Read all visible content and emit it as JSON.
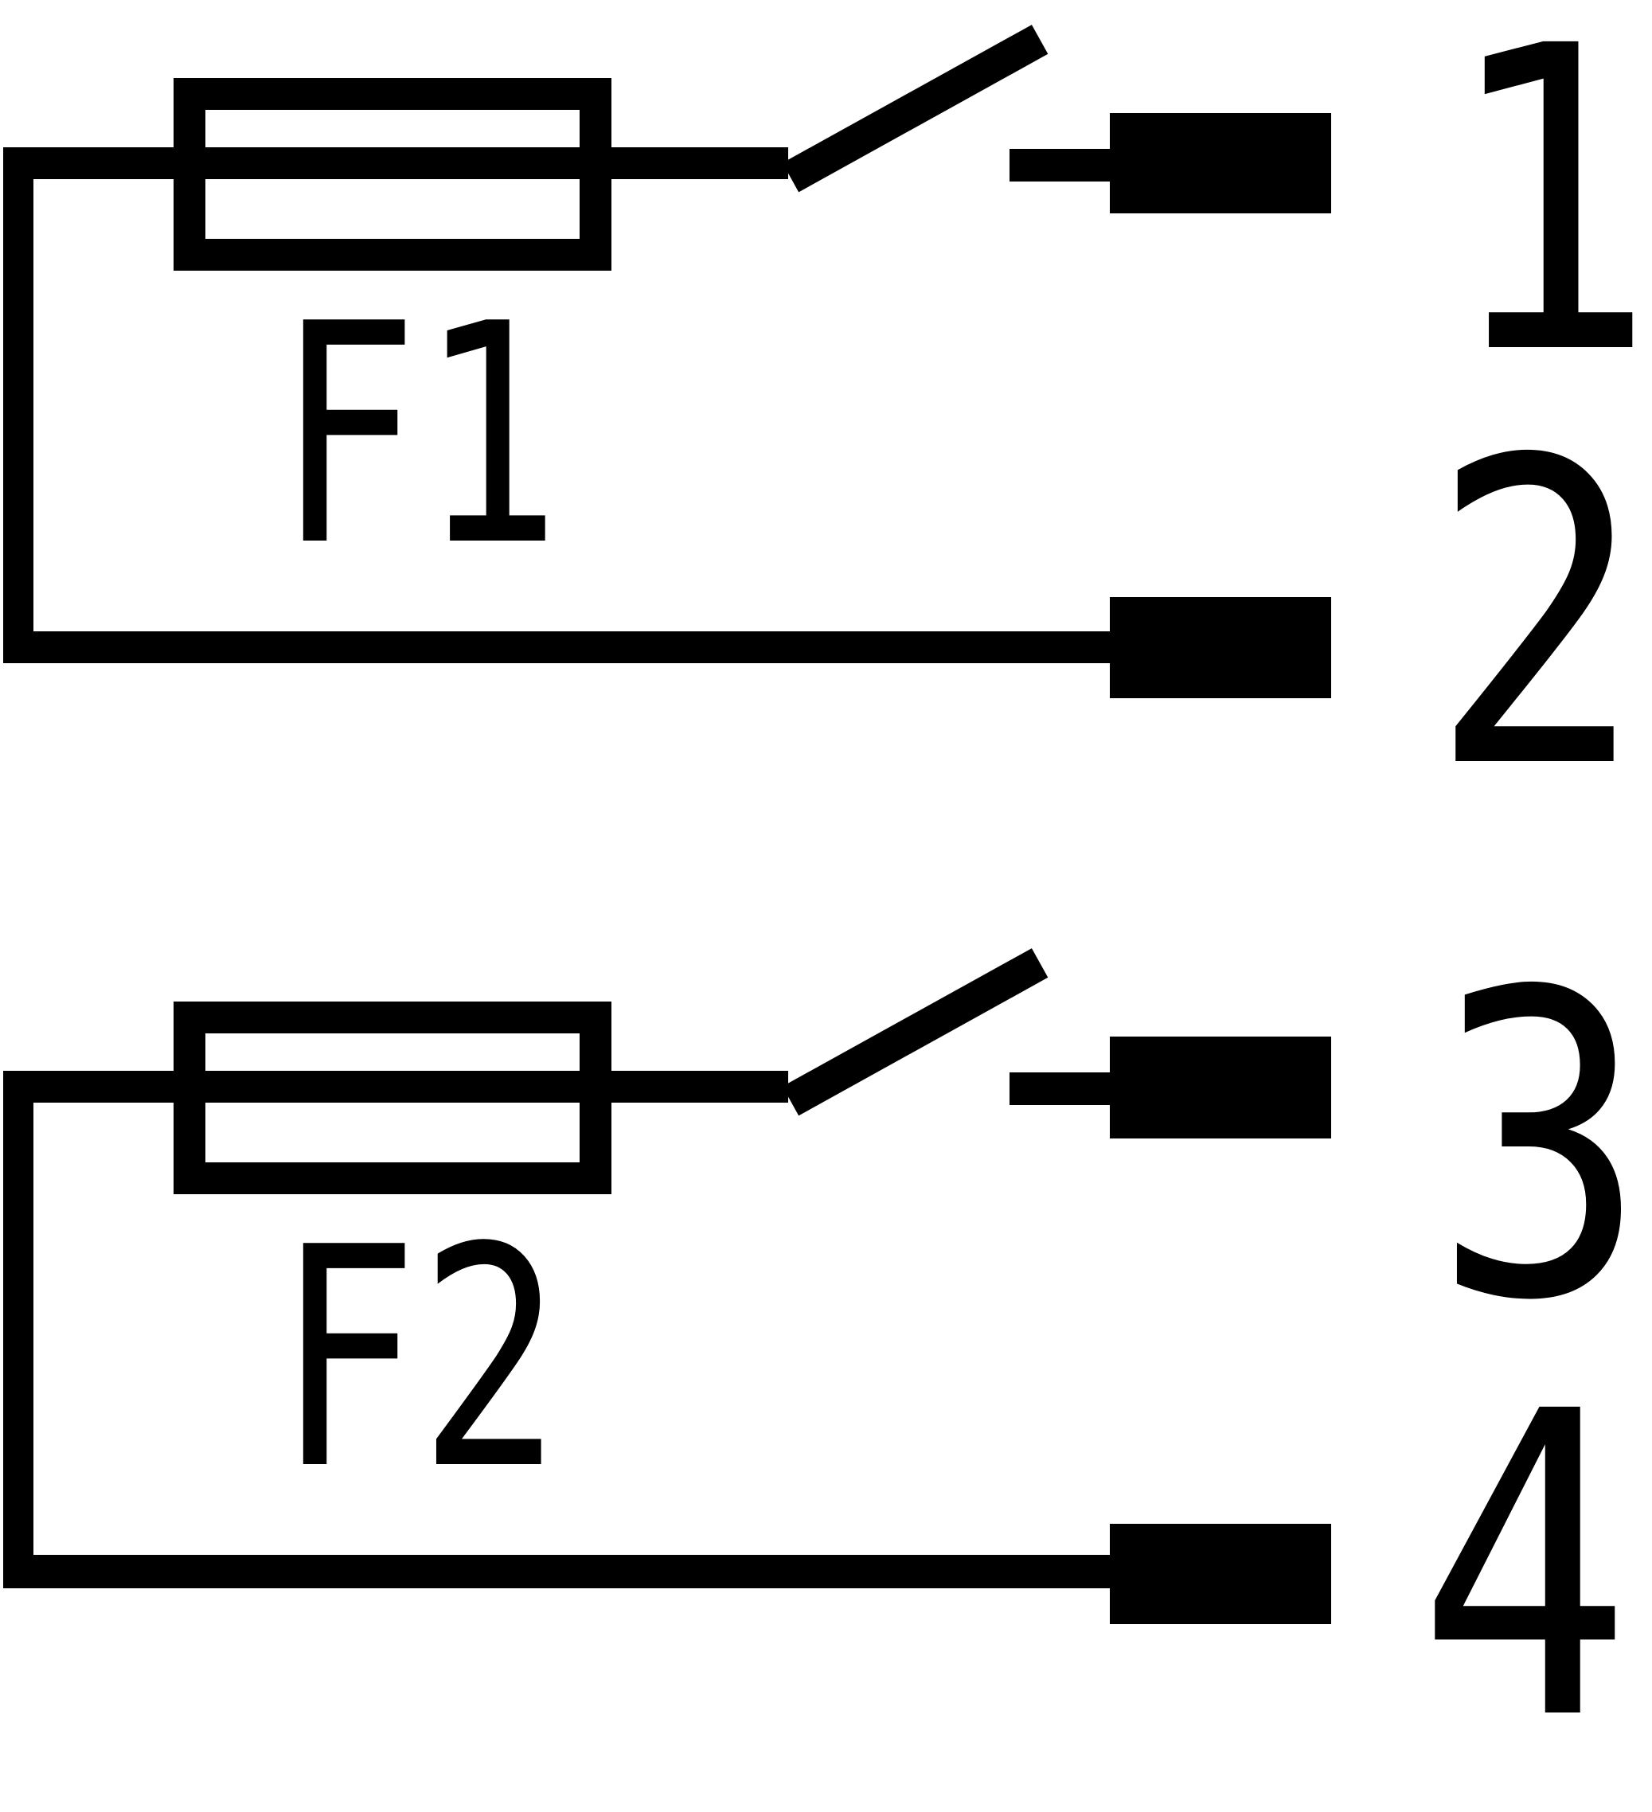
{
  "diagram": {
    "type": "wiring-schematic",
    "colors": {
      "line": "#000000",
      "background": "#ffffff"
    },
    "circuits": [
      {
        "fuse_label": "F1",
        "switch_state": "open",
        "terminals": [
          {
            "label": "1"
          },
          {
            "label": "2"
          }
        ]
      },
      {
        "fuse_label": "F2",
        "switch_state": "open",
        "terminals": [
          {
            "label": "3"
          },
          {
            "label": "4"
          }
        ]
      }
    ]
  }
}
